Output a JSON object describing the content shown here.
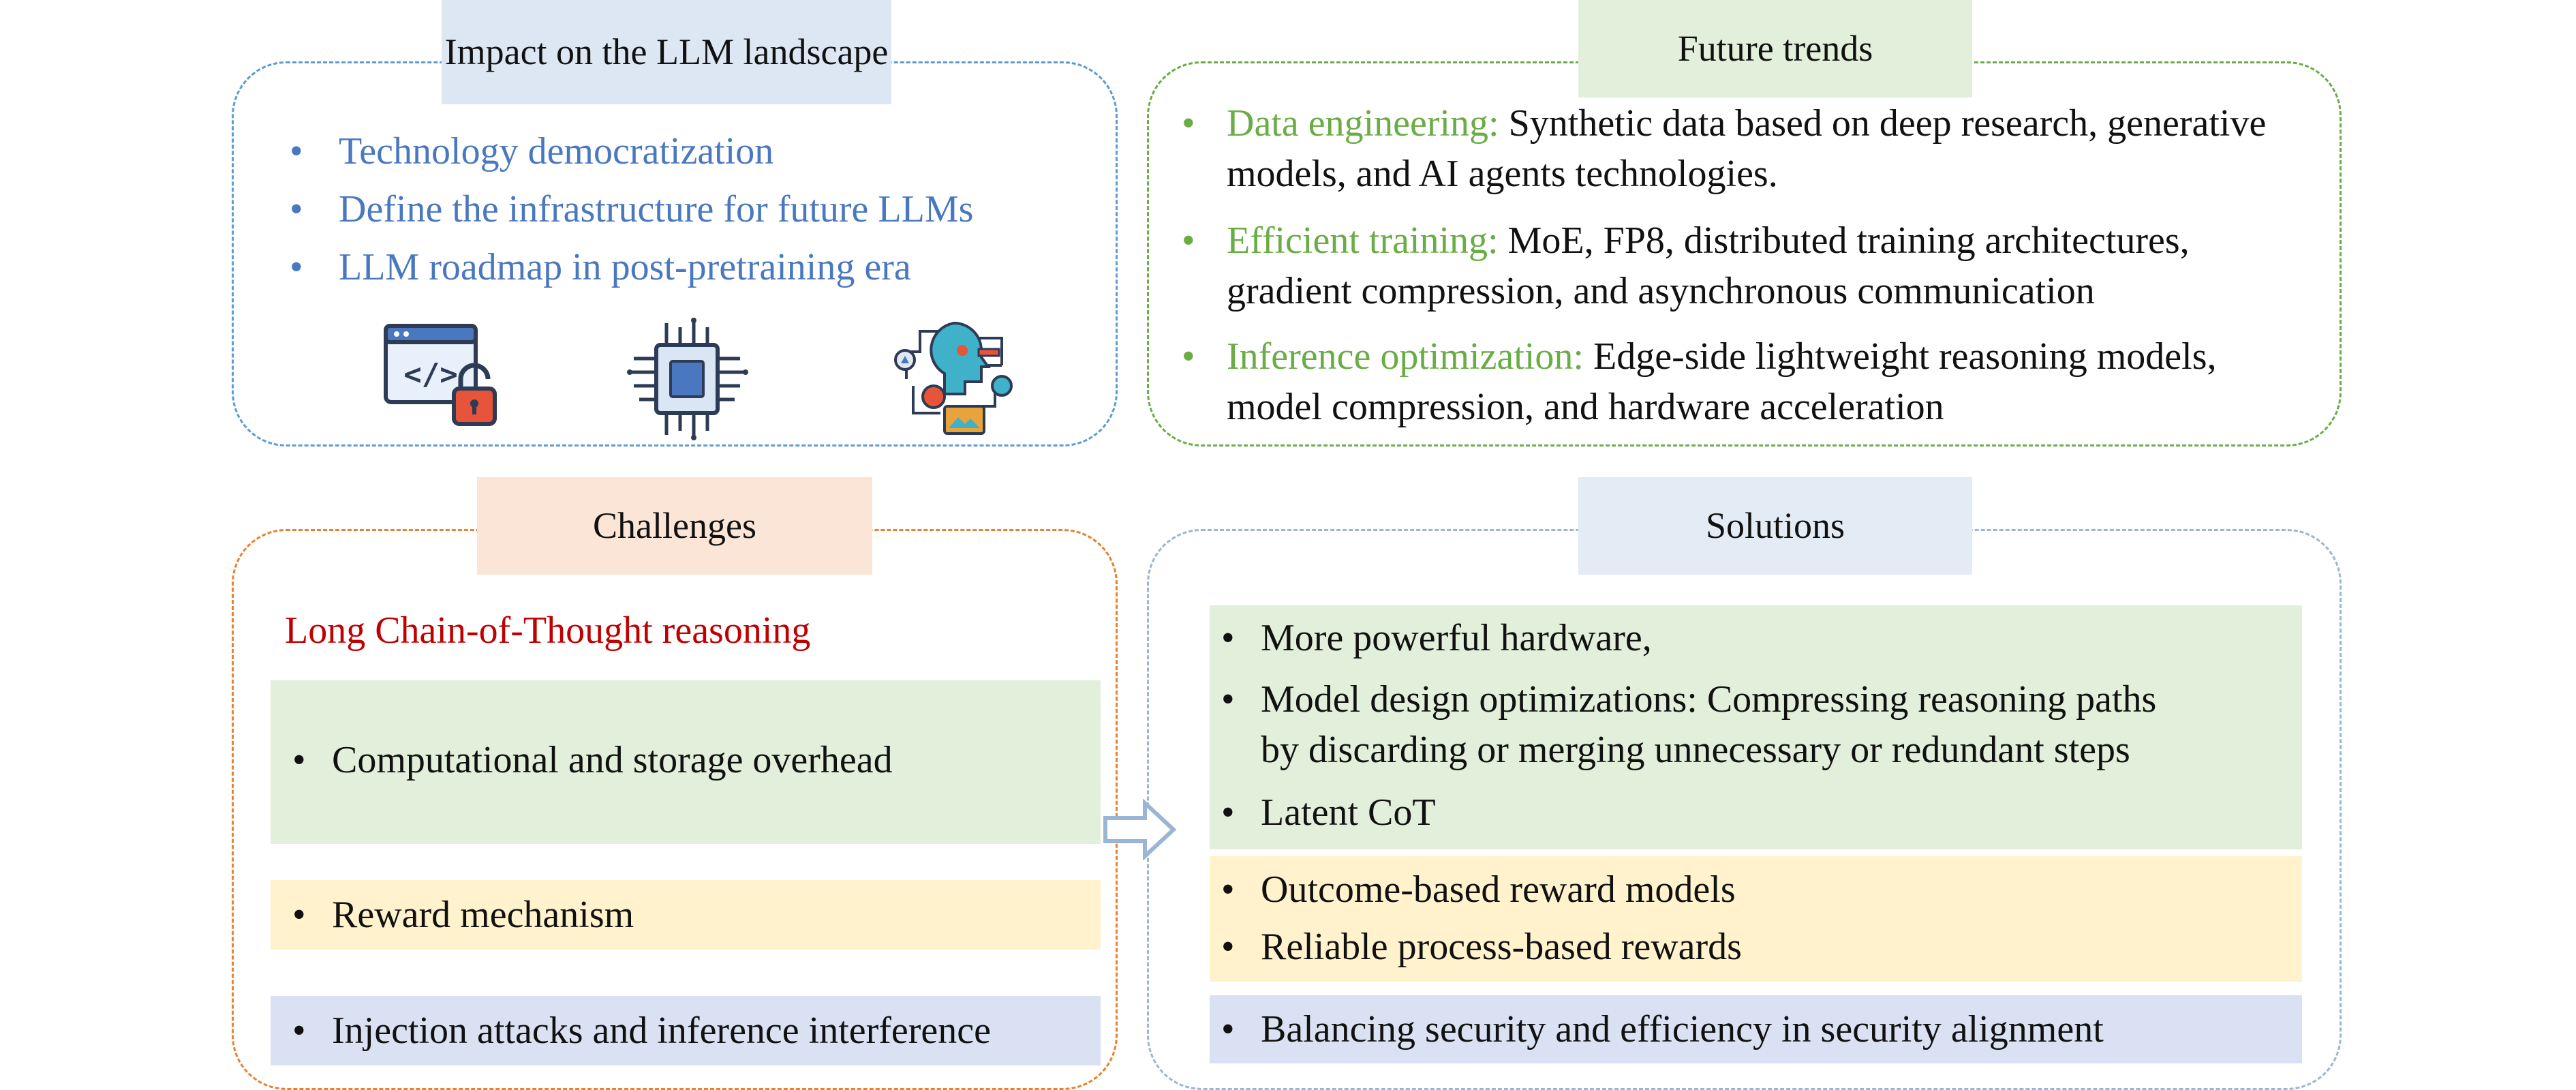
{
  "impact": {
    "title": "Impact on the LLM landscape",
    "items": [
      "Technology democratization",
      "Define the infrastructure for future LLMs",
      "LLM roadmap in post-pretraining era"
    ],
    "icons": [
      "code-lock-icon",
      "chip-icon",
      "ai-head-network-icon"
    ]
  },
  "future": {
    "title": "Future trends",
    "items": [
      {
        "label": "Data engineering:",
        "text": " Synthetic data based on deep research, generative models, and AI agents technologies."
      },
      {
        "label": "Efficient training:",
        "text": " MoE, FP8, distributed training architectures, gradient compression, and asynchronous communication"
      },
      {
        "label": "Inference optimization:",
        "text": " Edge-side lightweight reasoning models, model compression, and hardware acceleration"
      }
    ]
  },
  "challenges": {
    "title": "Challenges",
    "subtitle": "Long Chain-of-Thought reasoning",
    "items": [
      "Computational and storage overhead",
      "Reward mechanism",
      "Injection attacks and inference interference"
    ]
  },
  "solutions": {
    "title": "Solutions",
    "compute": [
      "More powerful hardware,",
      "Model design optimizations: Compressing reasoning paths",
      "by discarding or merging unnecessary or redundant steps",
      "Latent CoT"
    ],
    "reward": [
      "Outcome-based reward models",
      "Reliable process-based rewards"
    ],
    "security": [
      "Balancing security and efficiency in security alignment"
    ]
  },
  "colors": {
    "impact_border": "#5d9bd5",
    "future_border": "#6aac45",
    "challenges_border": "#e9812f",
    "solutions_border": "#9bb6d4",
    "green_band": "#e2efda",
    "yellow_band": "#fff2cc",
    "blue_band": "#d9e1f2",
    "impact_text": "#4a78c0",
    "future_label": "#6aac45",
    "cot_text": "#c00000"
  }
}
